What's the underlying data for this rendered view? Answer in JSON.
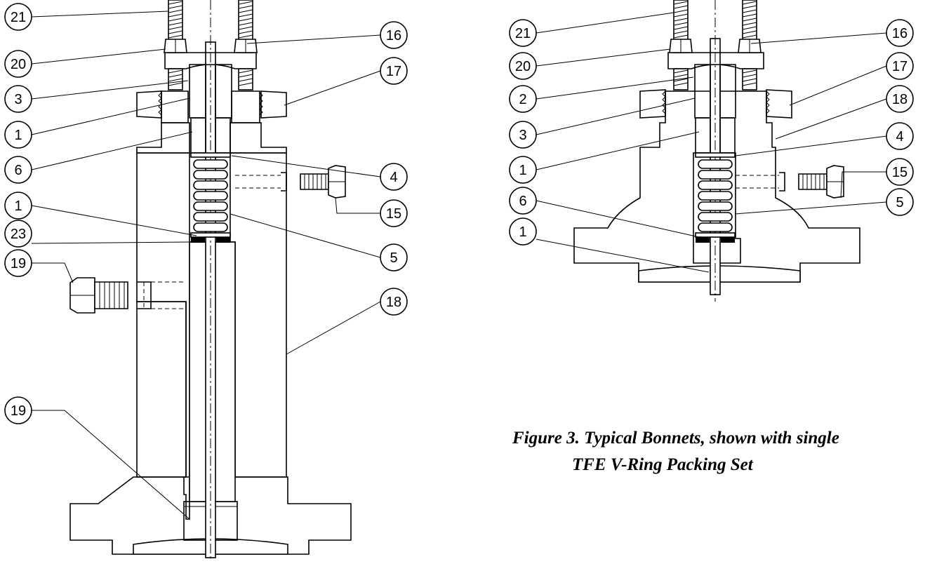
{
  "caption": {
    "line1": "Figure 3.  Typical Bonnets, shown with single",
    "line2": "TFE V-Ring Packing Set"
  },
  "left_bonnet": {
    "callouts": [
      "21",
      "20",
      "3",
      "1",
      "6",
      "1",
      "23",
      "19",
      "19",
      "16",
      "17",
      "4",
      "15",
      "5",
      "18"
    ]
  },
  "right_bonnet": {
    "callouts": [
      "21",
      "20",
      "2",
      "3",
      "1",
      "6",
      "1",
      "16",
      "17",
      "18",
      "4",
      "15",
      "5"
    ]
  }
}
